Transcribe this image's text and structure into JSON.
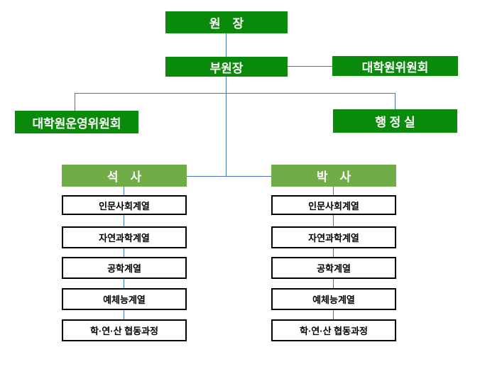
{
  "colors": {
    "box_green_dark": "#0a8a0a",
    "box_green_light": "#70ad47",
    "connector_blue": "#4472c4",
    "white_box_border": "#000000"
  },
  "chart": {
    "director": "원　장",
    "vice_director": "부원장",
    "graduate_committee": "대학원위원회",
    "operating_committee": "대학원운영위원회",
    "admin_office": "행 정 실",
    "masters": {
      "label": "석　사",
      "items": [
        "인문사회계열",
        "자연과학계열",
        "공학계열",
        "예체능계열",
        "학·연·산 협동과정"
      ]
    },
    "doctoral": {
      "label": "박　사",
      "items": [
        "인문사회계열",
        "자연과학계열",
        "공학계열",
        "예체능계열",
        "학·연·산 협동과정"
      ]
    }
  }
}
